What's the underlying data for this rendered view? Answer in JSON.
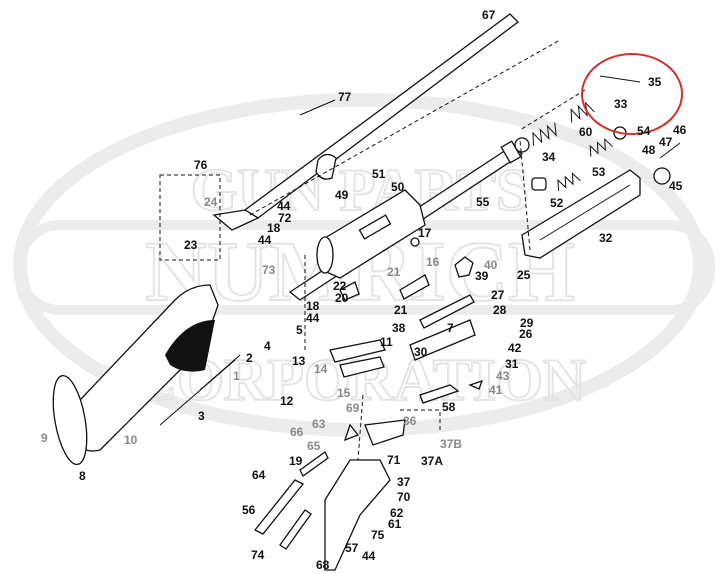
{
  "watermark": {
    "top": "GUN PARTS",
    "middle": "NUMRICH",
    "bottom": "CORPORATION"
  },
  "highlight_color": "#d0312d",
  "highlighted_part": "35",
  "labels": [
    "67",
    "77",
    "35",
    "33",
    "60",
    "54",
    "46",
    "47",
    "48",
    "45",
    "34",
    "53",
    "52",
    "32",
    "76",
    "24",
    "23",
    "51",
    "50",
    "49",
    "55",
    "44",
    "72",
    "18",
    "44",
    "73",
    "17",
    "22",
    "21",
    "16",
    "21",
    "40",
    "39",
    "25",
    "27",
    "28",
    "29",
    "26",
    "7",
    "38",
    "20",
    "18",
    "44",
    "5",
    "4",
    "2",
    "1",
    "11",
    "30",
    "42",
    "31",
    "43",
    "41",
    "58",
    "13",
    "14",
    "15",
    "12",
    "3",
    "9",
    "8",
    "10",
    "63",
    "69",
    "36",
    "66",
    "65",
    "37B",
    "37A",
    "19",
    "71",
    "37",
    "70",
    "64",
    "62",
    "61",
    "56",
    "75",
    "57",
    "74",
    "68",
    "44"
  ]
}
